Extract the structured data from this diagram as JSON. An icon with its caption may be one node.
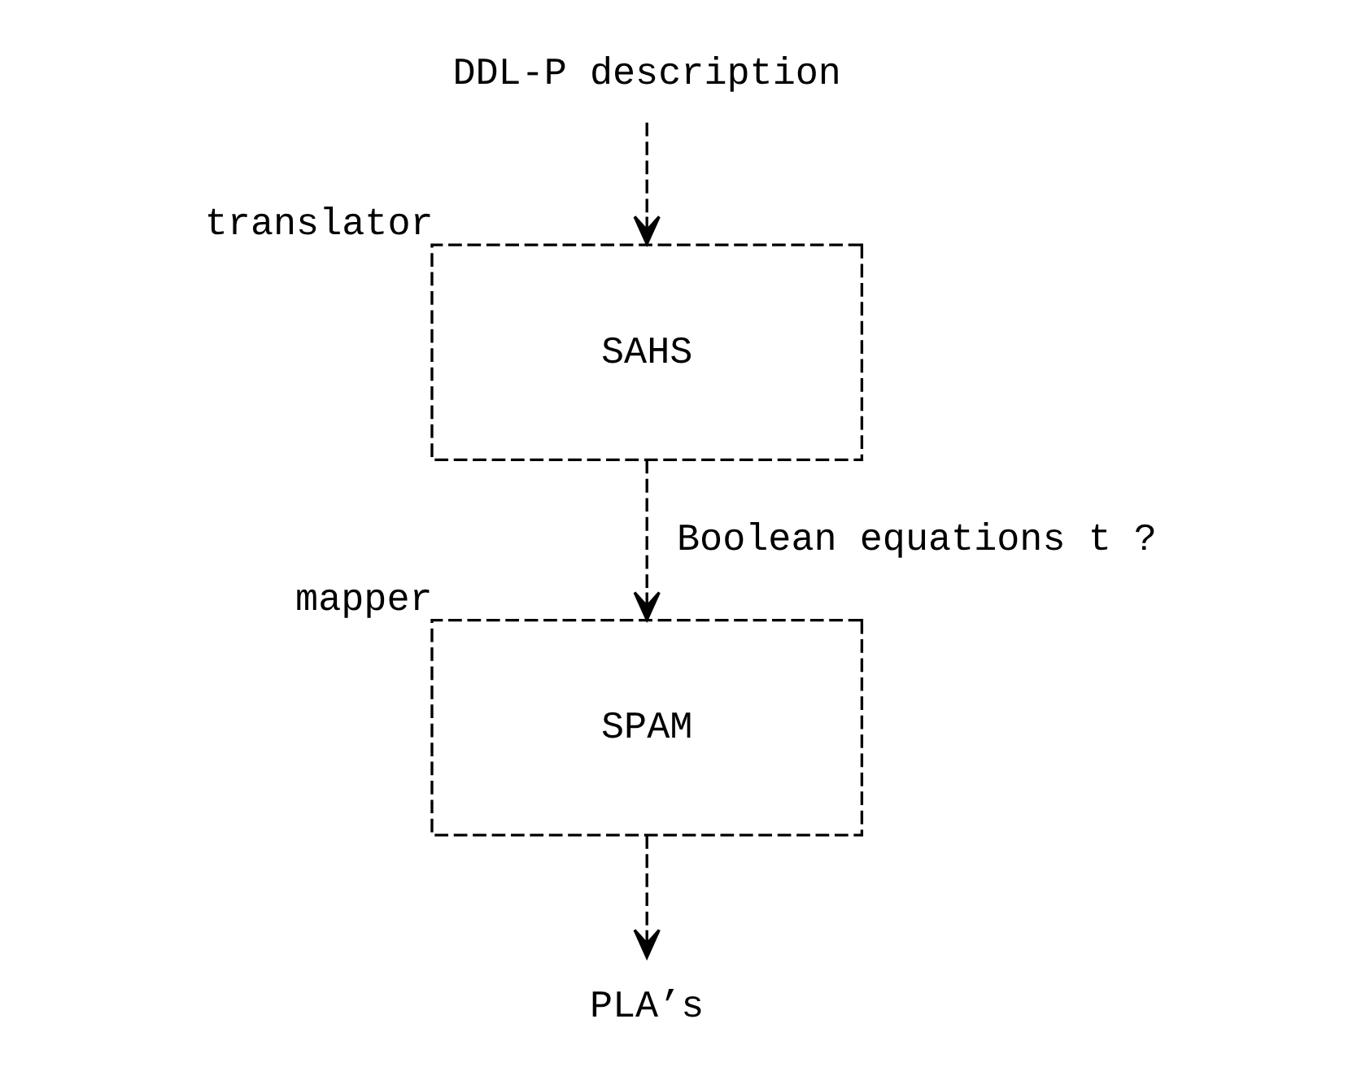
{
  "diagram": {
    "nodes": [
      {
        "text": [
          "DDL-P description"
        ]
      },
      {
        "text": [
          "SAHS"
        ],
        "beside": [
          "translator"
        ]
      },
      {
        "text": [
          "SPAM"
        ],
        "beside": [
          "mapper"
        ]
      },
      {
        "text": [
          "PLA’s"
        ]
      }
    ],
    "edges": [
      {
        "from": 0,
        "to": 1,
        "arrow": "to",
        "style": "dashed"
      },
      {
        "from": 1,
        "to": 2,
        "arrow": "to",
        "style": "dashed",
        "label": "Boolean equations t ?"
      },
      {
        "from": 2,
        "to": 3,
        "arrow": "to",
        "style": "dashed"
      }
    ]
  }
}
